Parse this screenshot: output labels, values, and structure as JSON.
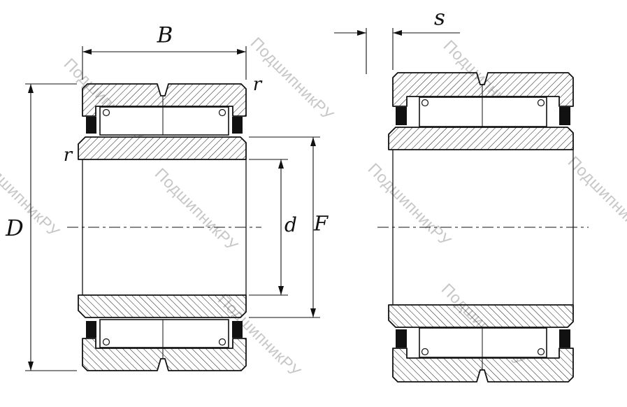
{
  "labels": {
    "width": "B",
    "outer_diameter": "D",
    "bore_diameter": "d",
    "raceway_diameter": "F",
    "fillet_radius": "r",
    "seal_width": "s"
  },
  "watermark": {
    "text": "ПодшипникРУ"
  },
  "drawing_colors": {
    "line": "#111111",
    "watermark": "#c7c7c7",
    "background": "#ffffff"
  }
}
